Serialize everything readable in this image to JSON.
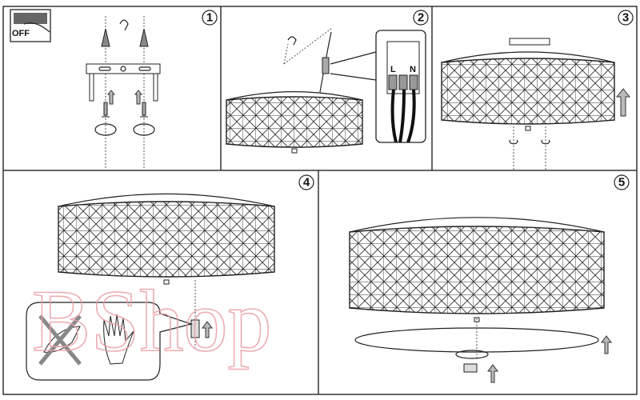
{
  "steps": [
    {
      "number": "1",
      "switch_label": "OFF"
    },
    {
      "number": "2",
      "terminal_labels": [
        "L",
        "N"
      ]
    },
    {
      "number": "3"
    },
    {
      "number": "4"
    },
    {
      "number": "5"
    }
  ],
  "watermark": "BShop",
  "colors": {
    "line": "#222222",
    "arrow": "#bbbbbb",
    "watermark": "#e9a0a6"
  }
}
